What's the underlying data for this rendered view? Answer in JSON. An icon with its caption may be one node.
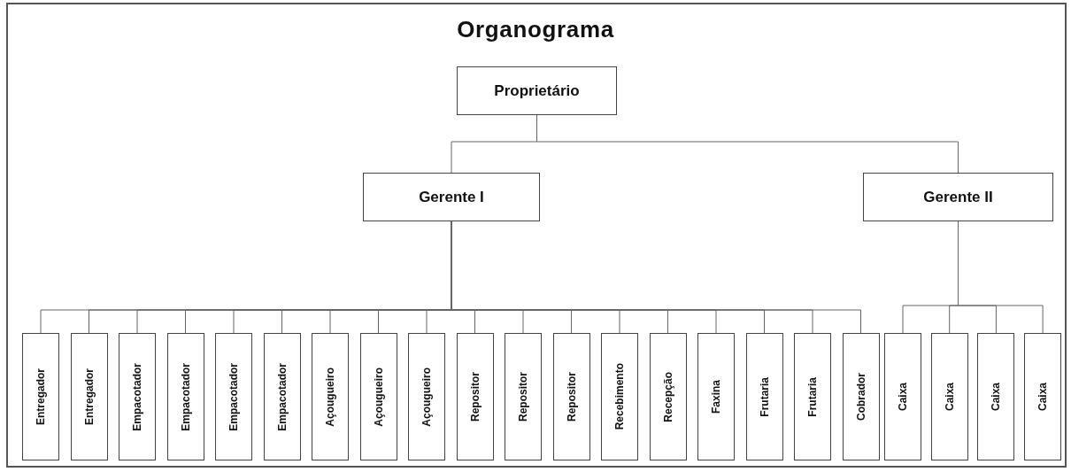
{
  "diagram": {
    "title": "Organograma",
    "nodes": [
      {
        "text": [
          "Proprietário"
        ]
      },
      {
        "text": [
          "Gerente I"
        ]
      },
      {
        "text": [
          "Gerente II"
        ]
      },
      {
        "text": [
          "Entregador"
        ]
      },
      {
        "text": [
          "Entregador"
        ]
      },
      {
        "text": [
          "Empacotador"
        ]
      },
      {
        "text": [
          "Empacotador"
        ]
      },
      {
        "text": [
          "Empacotador"
        ]
      },
      {
        "text": [
          "Empacotador"
        ]
      },
      {
        "text": [
          "Açougueiro"
        ]
      },
      {
        "text": [
          "Açougueiro"
        ]
      },
      {
        "text": [
          "Açougueiro"
        ]
      },
      {
        "text": [
          "Repositor"
        ]
      },
      {
        "text": [
          "Repositor"
        ]
      },
      {
        "text": [
          "Repositor"
        ]
      },
      {
        "text": [
          "Recebimento"
        ]
      },
      {
        "text": [
          "Recepção"
        ]
      },
      {
        "text": [
          "Faxina"
        ]
      },
      {
        "text": [
          "Frutaria"
        ]
      },
      {
        "text": [
          "Frutaria"
        ]
      },
      {
        "text": [
          "Cobrador"
        ]
      },
      {
        "text": [
          "Caixa"
        ]
      },
      {
        "text": [
          "Caixa"
        ]
      },
      {
        "text": [
          "Caixa"
        ]
      },
      {
        "text": [
          "Caixa"
        ]
      }
    ],
    "edges": [
      {
        "from": 0,
        "to": 1,
        "arrow": "none"
      },
      {
        "from": 0,
        "to": 2,
        "arrow": "none"
      },
      {
        "from": 1,
        "to": 3,
        "arrow": "none"
      },
      {
        "from": 1,
        "to": 4,
        "arrow": "none"
      },
      {
        "from": 1,
        "to": 5,
        "arrow": "none"
      },
      {
        "from": 1,
        "to": 6,
        "arrow": "none"
      },
      {
        "from": 1,
        "to": 7,
        "arrow": "none"
      },
      {
        "from": 1,
        "to": 8,
        "arrow": "none"
      },
      {
        "from": 1,
        "to": 9,
        "arrow": "none"
      },
      {
        "from": 1,
        "to": 10,
        "arrow": "none"
      },
      {
        "from": 1,
        "to": 11,
        "arrow": "none"
      },
      {
        "from": 1,
        "to": 12,
        "arrow": "none"
      },
      {
        "from": 1,
        "to": 13,
        "arrow": "none"
      },
      {
        "from": 1,
        "to": 14,
        "arrow": "none"
      },
      {
        "from": 1,
        "to": 15,
        "arrow": "none"
      },
      {
        "from": 1,
        "to": 16,
        "arrow": "none"
      },
      {
        "from": 1,
        "to": 17,
        "arrow": "none"
      },
      {
        "from": 1,
        "to": 18,
        "arrow": "none"
      },
      {
        "from": 1,
        "to": 19,
        "arrow": "none"
      },
      {
        "from": 1,
        "to": 20,
        "arrow": "none"
      },
      {
        "from": 2,
        "to": 21,
        "arrow": "none"
      },
      {
        "from": 2,
        "to": 22,
        "arrow": "none"
      },
      {
        "from": 2,
        "to": 23,
        "arrow": "none"
      },
      {
        "from": 2,
        "to": 24,
        "arrow": "none"
      }
    ]
  }
}
